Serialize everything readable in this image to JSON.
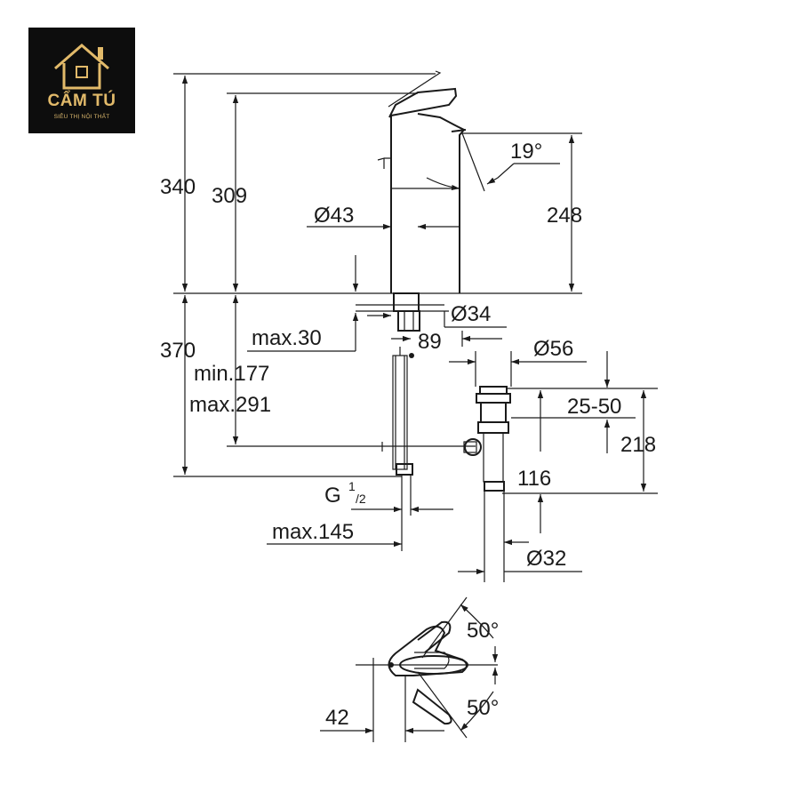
{
  "logo": {
    "brand": "CẨM TÚ",
    "tagline": "SIÊU THỊ NỘI THẤT",
    "gold": "#e2ba6a",
    "bg": "#0d0d0d"
  },
  "dimensions": {
    "overall_height": "340",
    "spout_height": "309",
    "spout_angle": "19°",
    "body_diameter": "Ø43",
    "spout_outlet_height": "248",
    "below_counter": "370",
    "base_diameter": "Ø34",
    "counter_thickness": "max.30",
    "hole_offset": "89",
    "supply_min": "min.177",
    "supply_max": "max.291",
    "drain_cap_diameter": "Ø56",
    "drain_range": "25-50",
    "drain_height": "218",
    "drain_offset": "116",
    "connection": "G",
    "connection_sup": "1",
    "connection_sub": "/2",
    "supply_reach": "max.145",
    "drain_pipe_diameter": "Ø32",
    "lever_angle_top": "50°",
    "lever_angle_bottom": "50°",
    "lever_offset": "42"
  }
}
